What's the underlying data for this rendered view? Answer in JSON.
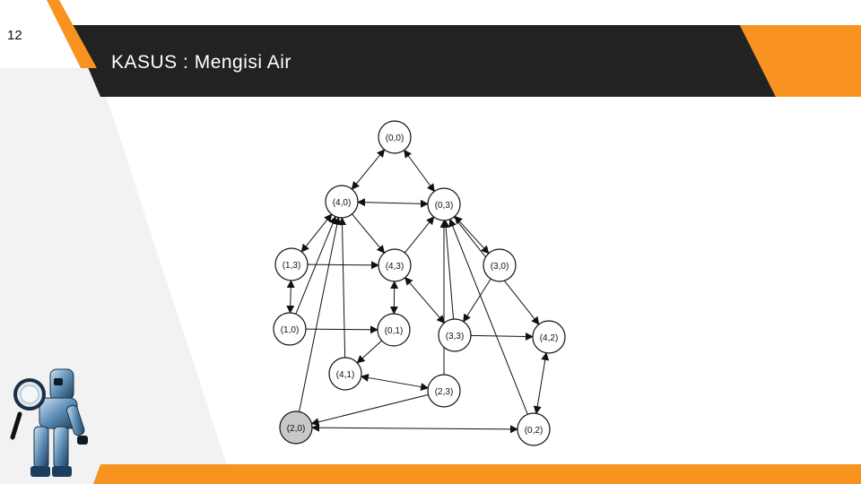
{
  "slide": {
    "number": "12",
    "title": "KASUS : Mengisi Air"
  },
  "colors": {
    "orange": "#f7931e",
    "dark_bar": "#222222",
    "light_gray": "#f2f2f2",
    "node_fill": "#ffffff",
    "start_node_fill": "#c8c8c8"
  },
  "illustration": {
    "icon": "robot-icon"
  },
  "diagram": {
    "nodes": [
      {
        "id": "n00",
        "label": "(0,0)"
      },
      {
        "id": "n40",
        "label": "(4,0)"
      },
      {
        "id": "n03",
        "label": "(0,3)"
      },
      {
        "id": "n13",
        "label": "(1,3)"
      },
      {
        "id": "n43",
        "label": "(4,3)"
      },
      {
        "id": "n30",
        "label": "(3,0)"
      },
      {
        "id": "n10",
        "label": "(1,0)"
      },
      {
        "id": "n01",
        "label": "(0,1)"
      },
      {
        "id": "n33",
        "label": "(3,3)"
      },
      {
        "id": "n42",
        "label": "(4,2)"
      },
      {
        "id": "n41",
        "label": "(4,1)"
      },
      {
        "id": "n23",
        "label": "(2,3)"
      },
      {
        "id": "n20",
        "label": "(2,0)"
      },
      {
        "id": "n02",
        "label": "(0,2)"
      }
    ],
    "edges": [
      {
        "from": "n00",
        "to": "n40",
        "both": true
      },
      {
        "from": "n00",
        "to": "n03",
        "both": true
      },
      {
        "from": "n40",
        "to": "n03",
        "both": true
      },
      {
        "from": "n40",
        "to": "n13",
        "both": true
      },
      {
        "from": "n40",
        "to": "n43",
        "both": false
      },
      {
        "from": "n43",
        "to": "n03",
        "both": false
      },
      {
        "from": "n03",
        "to": "n30",
        "both": true
      },
      {
        "from": "n13",
        "to": "n43",
        "both": false
      },
      {
        "from": "n13",
        "to": "n10",
        "both": true
      },
      {
        "from": "n10",
        "to": "n40",
        "both": false
      },
      {
        "from": "n43",
        "to": "n01",
        "both": true
      },
      {
        "from": "n43",
        "to": "n33",
        "both": true
      },
      {
        "from": "n30",
        "to": "n33",
        "both": false
      },
      {
        "from": "n33",
        "to": "n03",
        "both": false
      },
      {
        "from": "n03",
        "to": "n42",
        "both": false
      },
      {
        "from": "n33",
        "to": "n42",
        "both": false
      },
      {
        "from": "n10",
        "to": "n01",
        "both": false
      },
      {
        "from": "n01",
        "to": "n41",
        "both": false
      },
      {
        "from": "n41",
        "to": "n40",
        "both": false
      },
      {
        "from": "n41",
        "to": "n23",
        "both": true
      },
      {
        "from": "n23",
        "to": "n03",
        "both": false
      },
      {
        "from": "n42",
        "to": "n02",
        "both": true
      },
      {
        "from": "n02",
        "to": "n03",
        "both": false
      },
      {
        "from": "n20",
        "to": "n40",
        "both": false
      },
      {
        "from": "n23",
        "to": "n20",
        "both": false
      },
      {
        "from": "n20",
        "to": "n02",
        "both": true
      }
    ]
  }
}
